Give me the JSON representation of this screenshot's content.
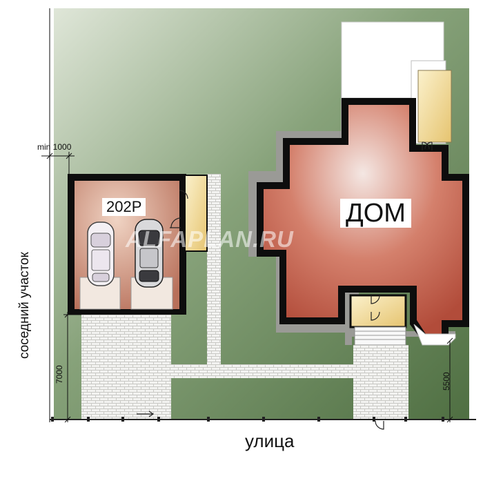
{
  "labels": {
    "street": "улица",
    "neighbor_plot": "соседний участок",
    "garage_code": "202Р",
    "house": "ДОМ",
    "watermark": "ALFAPLAN.RU"
  },
  "dimensions": {
    "side_setback": "min 1000",
    "garage_setback": "7000",
    "house_setback": "5500"
  },
  "colors": {
    "lawn": "#5b7a4a",
    "house_floor": "#c0604c",
    "garage_floor": "#c27a62",
    "walls": "#0d0d0d",
    "paving": "#f0f0ee",
    "porch": "#f0d68a"
  }
}
